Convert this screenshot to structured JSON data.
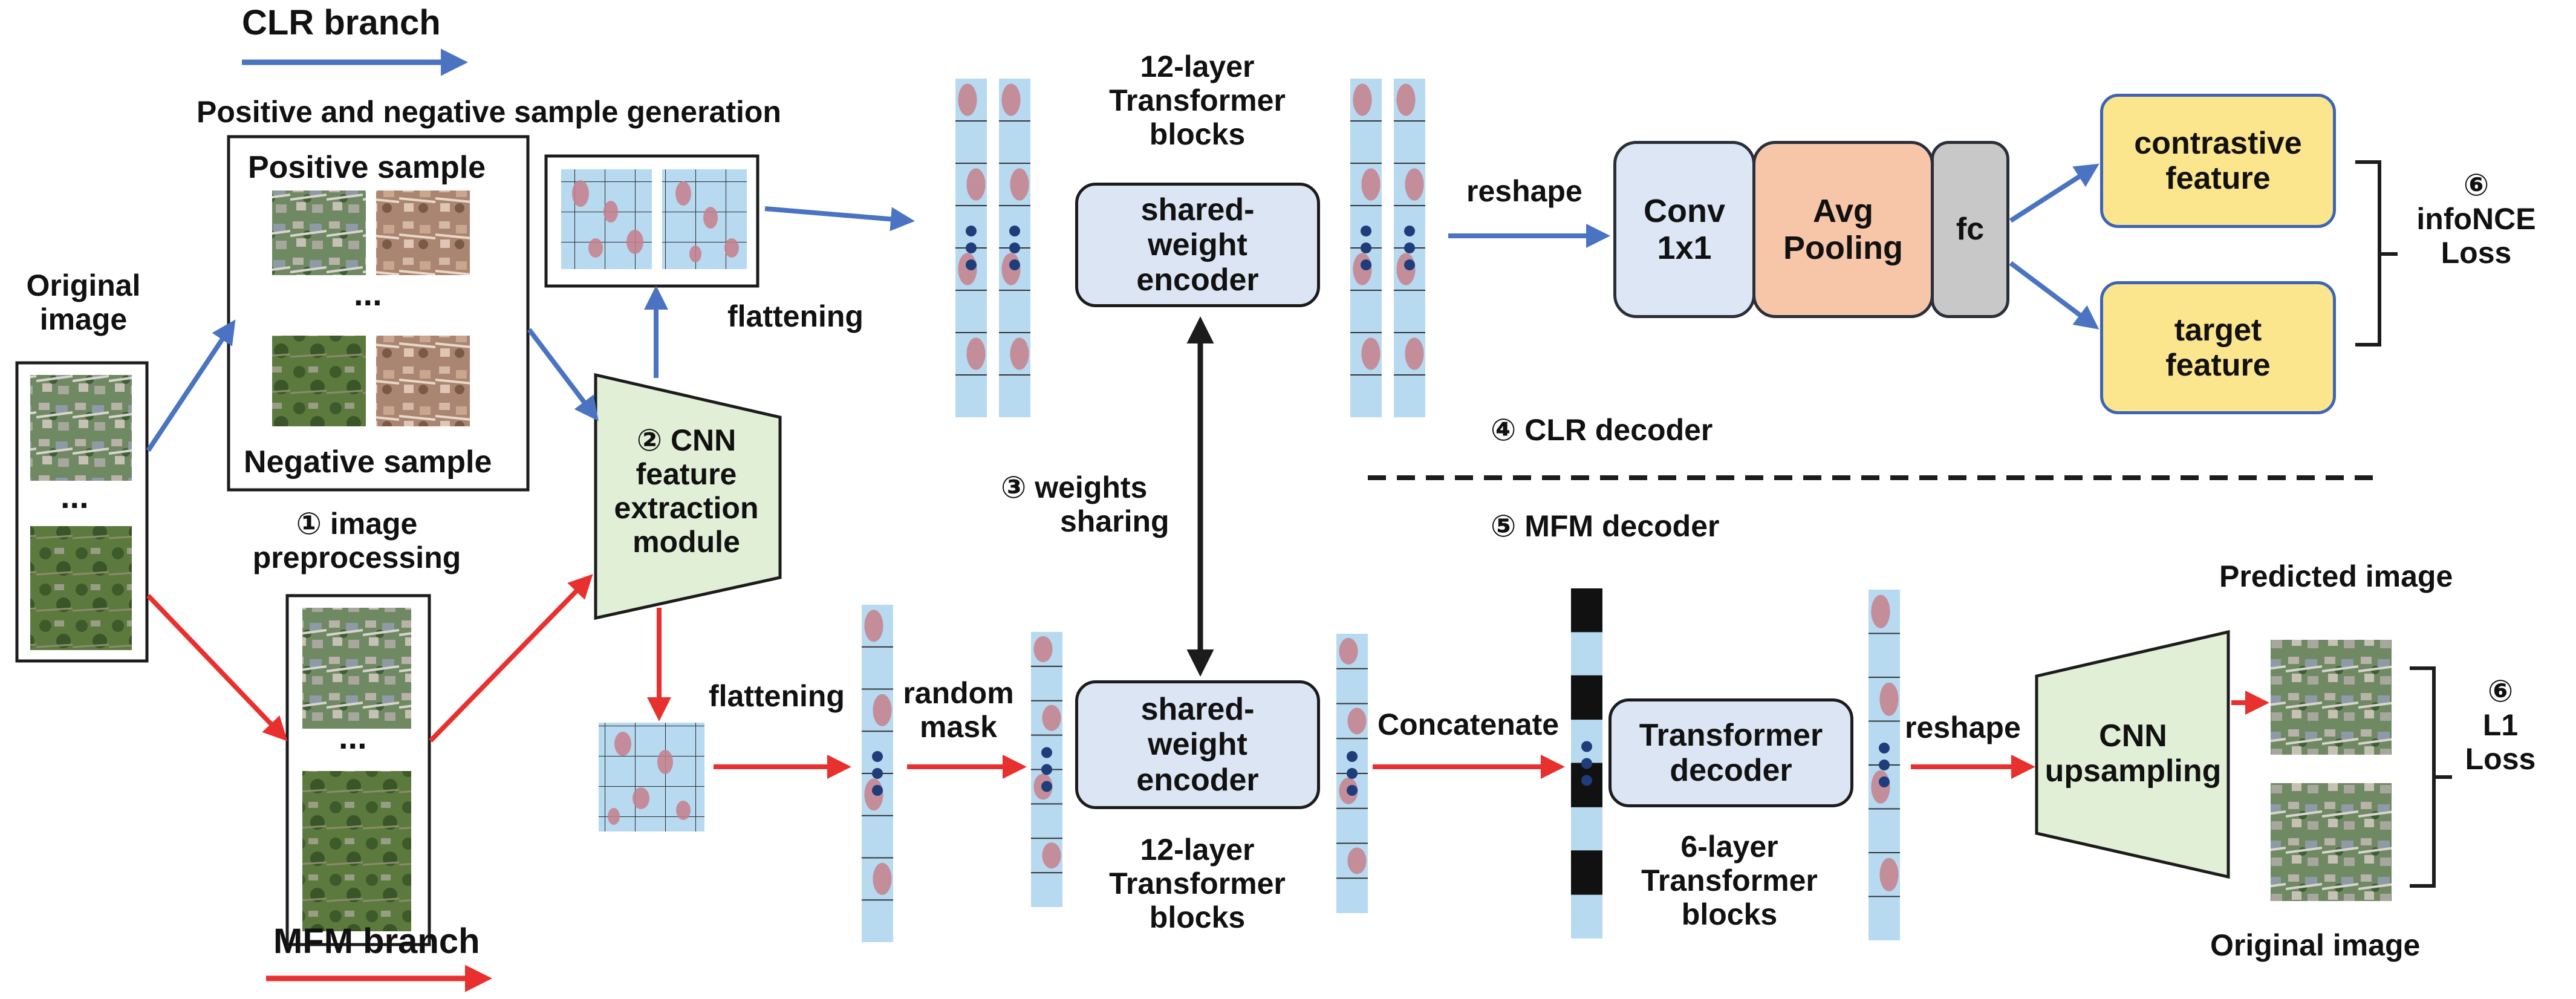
{
  "legend": {
    "clr_branch": "CLR branch",
    "mfm_branch": "MFM branch"
  },
  "stages": {
    "sample_generation_title": "Positive and negative sample generation",
    "positive_sample": "Positive sample",
    "negative_sample": "Negative sample",
    "ellipsis": "...",
    "original_image": [
      "Original",
      "image"
    ],
    "preprocessing": [
      "①  image",
      "preprocessing"
    ],
    "cnn_module": [
      "② CNN",
      "feature",
      "extraction",
      "module"
    ],
    "flattening_top": "flattening",
    "flattening_bottom": "flattening",
    "random_mask": [
      "random",
      "mask"
    ],
    "top_transformer_blocks": [
      "12-layer",
      "Transformer",
      "blocks"
    ],
    "bottom_transformer_blocks": [
      "12-layer",
      "Transformer",
      "blocks"
    ],
    "encoder_top": [
      "shared-",
      "weight",
      "encoder"
    ],
    "encoder_bottom": [
      "shared-",
      "weight",
      "encoder"
    ],
    "weights_sharing": [
      "③ weights",
      "sharing"
    ],
    "reshape_top": "reshape",
    "reshape_bottom": "reshape",
    "conv": [
      "Conv",
      "1x1"
    ],
    "avg_pooling": [
      "Avg",
      "Pooling"
    ],
    "fc": "fc",
    "contrastive_feature": [
      "contrastive",
      "feature"
    ],
    "target_feature": [
      "target",
      "feature"
    ],
    "infonce_loss": [
      "⑥",
      "infoNCE",
      "Loss"
    ],
    "clr_decoder": "④  CLR decoder",
    "mfm_decoder": "⑤  MFM decoder",
    "concatenate": "Concatenate",
    "transformer_decoder": [
      "Transformer",
      "decoder"
    ],
    "decoder_blocks": [
      "6-layer",
      "Transformer",
      "blocks"
    ],
    "cnn_upsampling": [
      "CNN",
      "upsampling"
    ],
    "predicted_image": "Predicted image",
    "original_image_bottom": "Original image",
    "l1_loss": [
      "⑥",
      "L1",
      "Loss"
    ]
  },
  "colors": {
    "clr_arrow": "#4a73c2",
    "mfm_arrow": "#e8312f",
    "encoder_fill": "#dbe5f3",
    "cnn_fill": "#e2efd7",
    "avg_fill": "#f7c6a8",
    "fc_fill": "#c8c8c8",
    "feature_fill": "#fbe58d",
    "token_fill": "#b7daf1",
    "mask_fill": "#c77f8b"
  },
  "icons": [
    "aerial-photo-thumbnail",
    "patch-grid",
    "token-column",
    "masked-token",
    "arrow"
  ]
}
